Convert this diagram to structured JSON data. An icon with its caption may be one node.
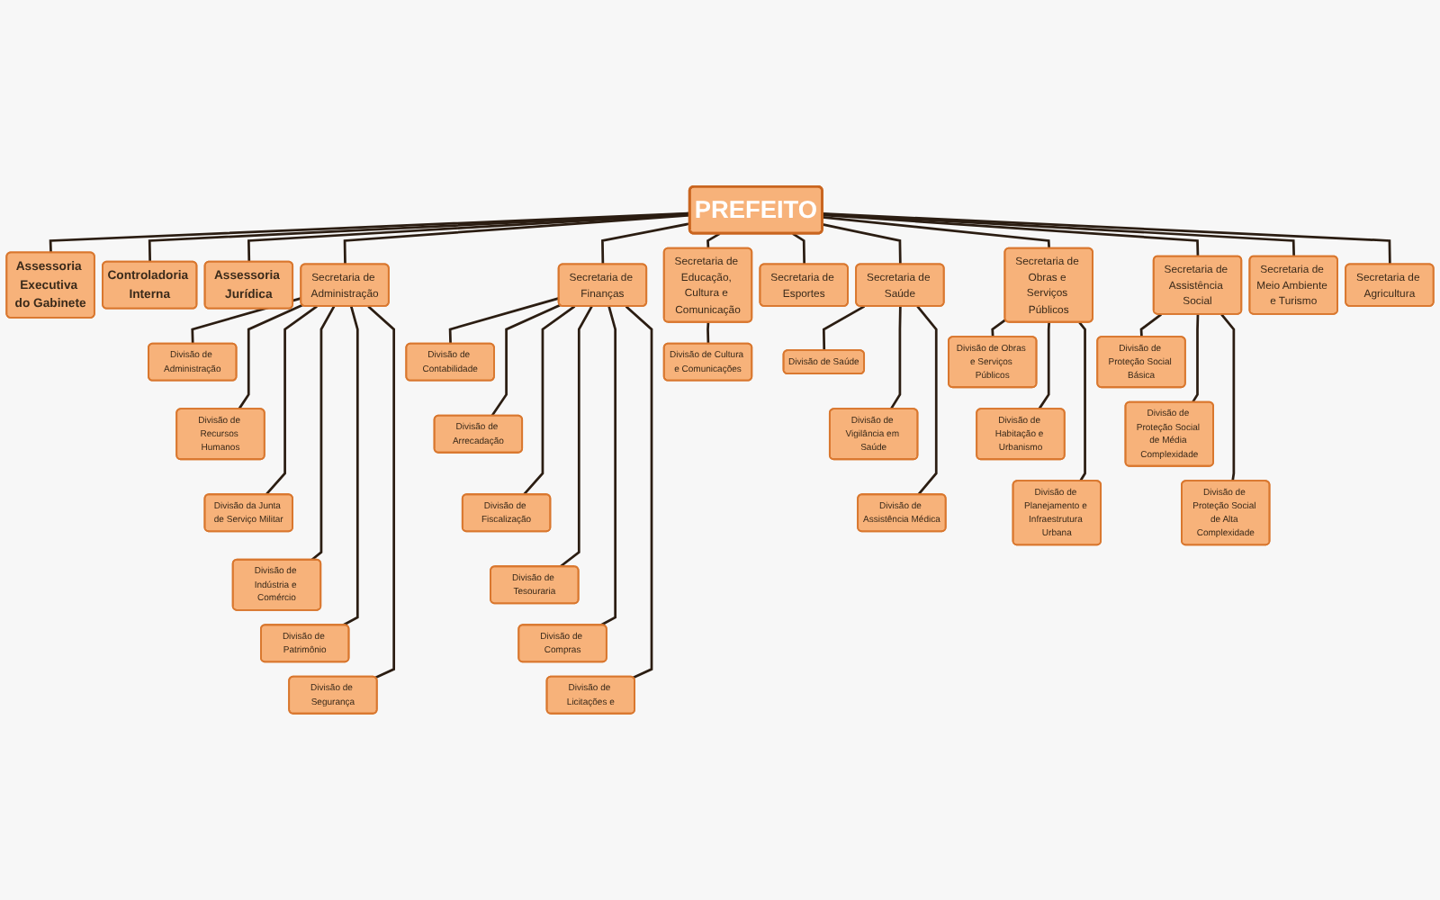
{
  "diagram": {
    "nodes": [
      {
        "text": [
          "PREFEITO"
        ]
      },
      {
        "text": [
          "Assessoria Executiva do Gabinete"
        ]
      },
      {
        "text": [
          "Controladoria Interna"
        ]
      },
      {
        "text": [
          "Assessoria Jurídica"
        ]
      },
      {
        "text": [
          "Secretaria de Administração"
        ]
      },
      {
        "text": [
          "Divisão de Administração"
        ]
      },
      {
        "text": [
          "Divisão de Recursos Humanos"
        ]
      },
      {
        "text": [
          "Divisão da Junta de Serviço Militar"
        ]
      },
      {
        "text": [
          "Divisão de Indústria e Comércio"
        ]
      },
      {
        "text": [
          "Divisão de Patrimônio"
        ]
      },
      {
        "text": [
          "Divisão de Segurança"
        ]
      },
      {
        "text": [
          "Secretaria de Finanças"
        ]
      },
      {
        "text": [
          "Divisão de Contabilidade"
        ]
      },
      {
        "text": [
          "Divisão de Arrecadação"
        ]
      },
      {
        "text": [
          "Divisão de Fiscalização"
        ]
      },
      {
        "text": [
          "Divisão de Tesouraria"
        ]
      },
      {
        "text": [
          "Divisão de Compras"
        ]
      },
      {
        "text": [
          "Divisão de Licitações e"
        ]
      },
      {
        "text": [
          "Secretaria de Educação, Cultura e Comunicação"
        ]
      },
      {
        "text": [
          "Divisão de Cultura e Comunicações"
        ]
      },
      {
        "text": [
          "Secretaria de Esportes"
        ]
      },
      {
        "text": [
          "Secretaria de Saúde"
        ]
      },
      {
        "text": [
          "Divisão de Saúde"
        ]
      },
      {
        "text": [
          "Divisão de Vigilância em Saúde"
        ]
      },
      {
        "text": [
          "Divisão de Assistência Médica"
        ]
      },
      {
        "text": [
          "Secretaria de Obras e Serviços Públicos"
        ]
      },
      {
        "text": [
          "Divisão de Obras e Serviços Públicos"
        ]
      },
      {
        "text": [
          "Divisão de Habitação e Urbanismo"
        ]
      },
      {
        "text": [
          "Divisão de Planejamento e Infraestrutura Urbana"
        ]
      },
      {
        "text": [
          "Secretaria de Assistência Social"
        ]
      },
      {
        "text": [
          "Divisão de Proteção Social Básica"
        ]
      },
      {
        "text": [
          "Divisão de Proteção Social de Média Complexidade"
        ]
      },
      {
        "text": [
          "Divisão de Proteção Social de Alta Complexidade"
        ]
      },
      {
        "text": [
          "Secretaria de Meio Ambiente e Turismo"
        ]
      },
      {
        "text": [
          "Secretaria de Agricultura"
        ]
      }
    ],
    "edges": [
      {
        "from": 0,
        "to": 1,
        "arrow": "none"
      },
      {
        "from": 0,
        "to": 2,
        "arrow": "none"
      },
      {
        "from": 0,
        "to": 3,
        "arrow": "none"
      },
      {
        "from": 0,
        "to": 4,
        "arrow": "none"
      },
      {
        "from": 0,
        "to": 11,
        "arrow": "none"
      },
      {
        "from": 0,
        "to": 18,
        "arrow": "none"
      },
      {
        "from": 0,
        "to": 20,
        "arrow": "none"
      },
      {
        "from": 0,
        "to": 21,
        "arrow": "none"
      },
      {
        "from": 0,
        "to": 25,
        "arrow": "none"
      },
      {
        "from": 0,
        "to": 29,
        "arrow": "none"
      },
      {
        "from": 0,
        "to": 33,
        "arrow": "none"
      },
      {
        "from": 0,
        "to": 34,
        "arrow": "none"
      },
      {
        "from": 4,
        "to": 5,
        "arrow": "none"
      },
      {
        "from": 4,
        "to": 6,
        "arrow": "none"
      },
      {
        "from": 4,
        "to": 7,
        "arrow": "none"
      },
      {
        "from": 4,
        "to": 8,
        "arrow": "none"
      },
      {
        "from": 4,
        "to": 9,
        "arrow": "none"
      },
      {
        "from": 4,
        "to": 10,
        "arrow": "none"
      },
      {
        "from": 11,
        "to": 12,
        "arrow": "none"
      },
      {
        "from": 11,
        "to": 13,
        "arrow": "none"
      },
      {
        "from": 11,
        "to": 14,
        "arrow": "none"
      },
      {
        "from": 11,
        "to": 15,
        "arrow": "none"
      },
      {
        "from": 11,
        "to": 16,
        "arrow": "none"
      },
      {
        "from": 11,
        "to": 17,
        "arrow": "none"
      },
      {
        "from": 18,
        "to": 19,
        "arrow": "none"
      },
      {
        "from": 21,
        "to": 22,
        "arrow": "none"
      },
      {
        "from": 21,
        "to": 23,
        "arrow": "none"
      },
      {
        "from": 21,
        "to": 24,
        "arrow": "none"
      },
      {
        "from": 25,
        "to": 26,
        "arrow": "none"
      },
      {
        "from": 25,
        "to": 27,
        "arrow": "none"
      },
      {
        "from": 25,
        "to": 28,
        "arrow": "none"
      },
      {
        "from": 29,
        "to": 30,
        "arrow": "none"
      },
      {
        "from": 29,
        "to": 31,
        "arrow": "none"
      },
      {
        "from": 29,
        "to": 32,
        "arrow": "none"
      }
    ]
  }
}
